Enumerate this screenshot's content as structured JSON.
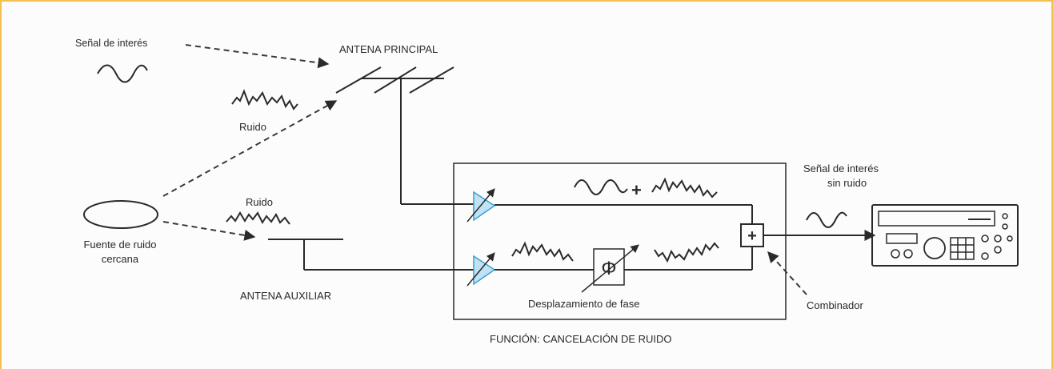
{
  "labels": {
    "signal_of_interest": "Señal de interés",
    "main_antenna": "ANTENA PRINCIPAL",
    "noise_top": "Ruido",
    "noise_bottom": "Ruido",
    "noise_source_line1": "Fuente de ruido",
    "noise_source_line2": "cercana",
    "aux_antenna": "ANTENA AUXILIAR",
    "clean_signal_line1": "Señal de interés",
    "clean_signal_line2": "sin ruido",
    "phase_shift": "Desplazamiento de fase",
    "combiner": "Combinador",
    "function_caption": "FUNCIÓN: CANCELACIÓN DE RUIDO",
    "plus_sign": "+",
    "combiner_symbol": "+",
    "phase_symbol": "Φ"
  },
  "colors": {
    "frame_border": "#f2c14e",
    "ink": "#2a2a2a",
    "amplifier_fill": "#bfe3f2",
    "amplifier_stroke": "#3b9fd0"
  }
}
